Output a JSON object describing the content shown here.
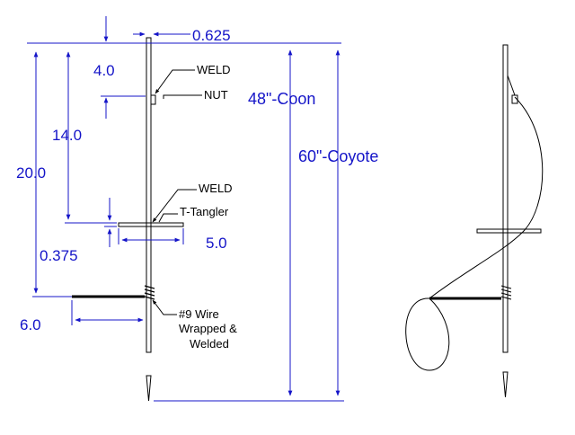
{
  "colors": {
    "dimension": "#1414c8",
    "drawing": "#000000",
    "leader": "#000000",
    "background": "#ffffff"
  },
  "dimensions": {
    "rod_width": "0.625",
    "nut_offset": "4.0",
    "tangler_offset": "14.0",
    "wire_offset": "20.0",
    "tangler_thickness": "0.375",
    "tangler_length": "5.0",
    "wire_length": "6.0",
    "coon_height": "48\"-Coon",
    "coyote_height": "60\"-Coyote"
  },
  "labels": {
    "weld_top": "WELD",
    "nut": "NUT",
    "weld_mid": "WELD",
    "t_tangler": "T-Tangler",
    "wire_line1": "#9 Wire",
    "wire_line2": "Wrapped &",
    "wire_line3": "Welded"
  }
}
